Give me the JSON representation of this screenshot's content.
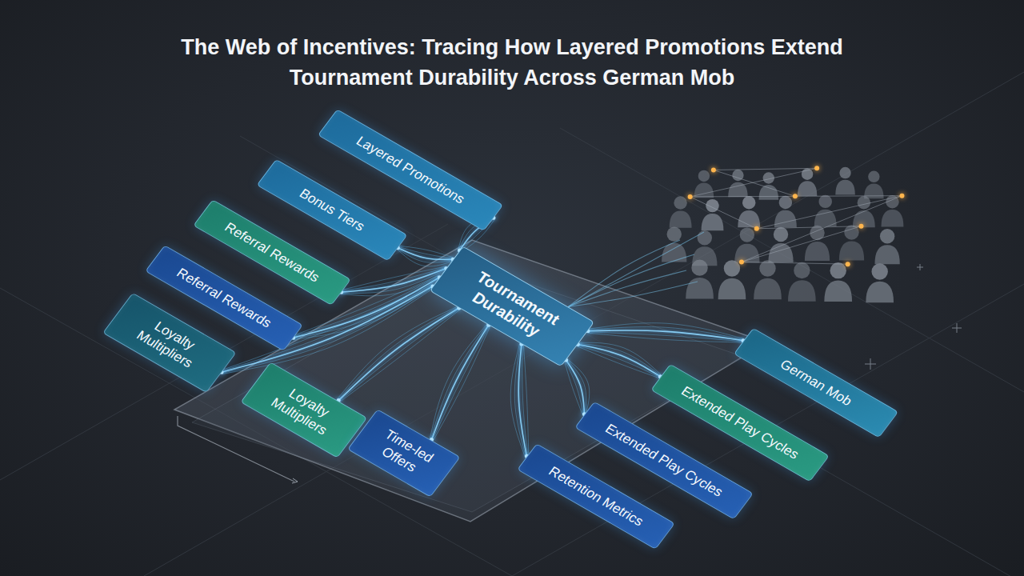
{
  "diagram": {
    "title": "The Web of Incentives: Tracing How Layered Promotions Extend Tournament Durability Across German Mob",
    "nodes": [
      {
        "text": [
          "Layered Promotions"
        ]
      },
      {
        "text": [
          "Bonus Tiers"
        ]
      },
      {
        "text": [
          "Referral Rewards"
        ]
      },
      {
        "text": [
          "Referral Rewards"
        ]
      },
      {
        "text": [
          "Loyalty Multipliers"
        ]
      },
      {
        "text": [
          "Loyalty Multipliers"
        ]
      },
      {
        "text": [
          "Time-led Offers"
        ]
      },
      {
        "text": [
          "Tournament Durability"
        ]
      },
      {
        "text": [
          "German Mob"
        ]
      },
      {
        "text": [
          "Extended Play Cycles"
        ]
      },
      {
        "text": [
          "Extended Play Cycles"
        ]
      },
      {
        "text": [
          "Retention Metrics"
        ]
      }
    ],
    "edges": [
      {
        "from": 0,
        "to": 7,
        "arrow": "none"
      },
      {
        "from": 1,
        "to": 7,
        "arrow": "none"
      },
      {
        "from": 2,
        "to": 7,
        "arrow": "none"
      },
      {
        "from": 3,
        "to": 7,
        "arrow": "none"
      },
      {
        "from": 4,
        "to": 7,
        "arrow": "none"
      },
      {
        "from": 5,
        "to": 7,
        "arrow": "none"
      },
      {
        "from": 6,
        "to": 7,
        "arrow": "none"
      },
      {
        "from": 7,
        "to": 8,
        "arrow": "none"
      },
      {
        "from": 7,
        "to": 9,
        "arrow": "none"
      },
      {
        "from": 7,
        "to": 10,
        "arrow": "none"
      },
      {
        "from": 7,
        "to": 11,
        "arrow": "none"
      }
    ]
  }
}
